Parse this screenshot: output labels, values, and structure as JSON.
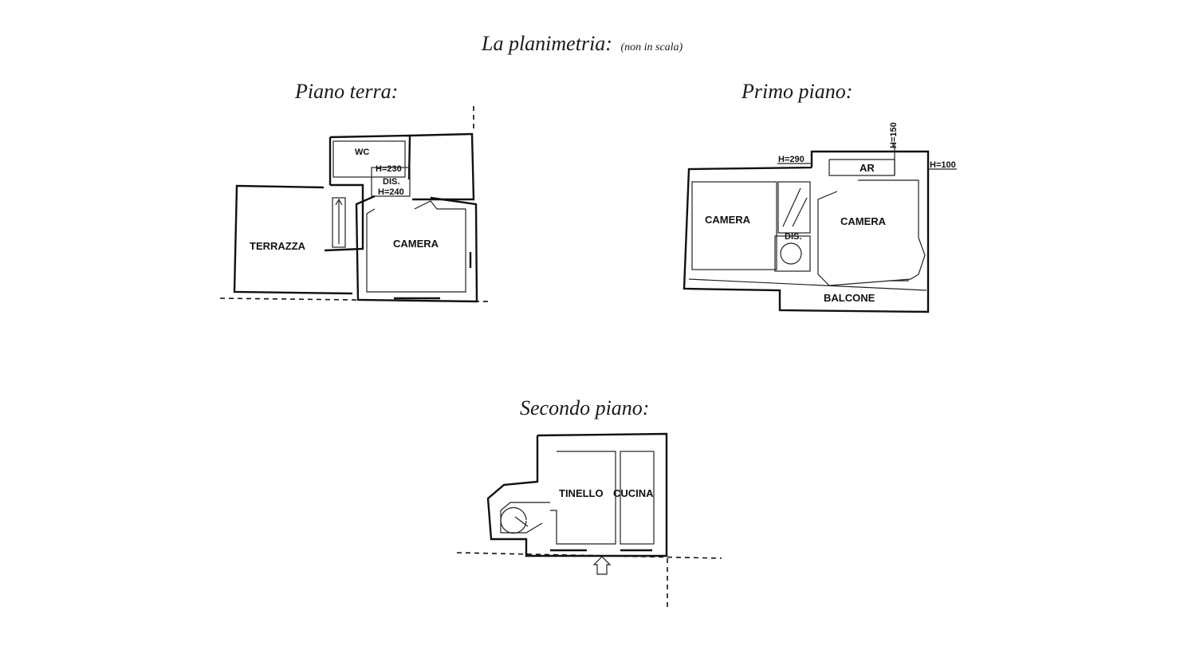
{
  "heading": {
    "title": "La planimetria:",
    "note": "(non in scala)"
  },
  "floors": {
    "ground": {
      "title": "Piano terra:",
      "rooms": {
        "wc": "WC",
        "dis": "DIS.",
        "terrazza": "TERRAZZA",
        "camera": "CAMERA"
      },
      "heights": {
        "h1": "H=230",
        "h2": "H=240"
      }
    },
    "first": {
      "title": "Primo piano:",
      "rooms": {
        "camera_left": "CAMERA",
        "camera_right": "CAMERA",
        "dis": "DIS.",
        "ar": "AR",
        "balcone": "BALCONE"
      },
      "heights": {
        "h290": "H=290",
        "h150": "H=150",
        "h100": "H=100"
      }
    },
    "second": {
      "title": "Secondo piano:",
      "rooms": {
        "tinello": "TINELLO",
        "cucina": "CUCINA"
      }
    }
  }
}
